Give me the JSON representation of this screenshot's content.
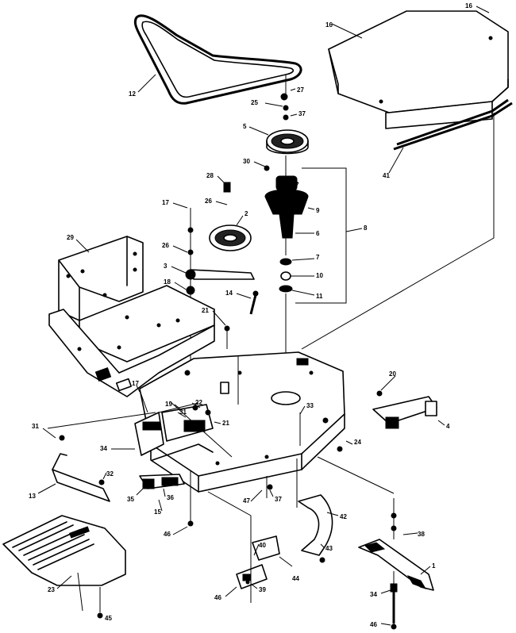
{
  "callouts": [
    {
      "id": "c12",
      "text": "12"
    },
    {
      "id": "c16",
      "text": "16"
    },
    {
      "id": "c16b",
      "text": "16"
    },
    {
      "id": "c41",
      "text": "41"
    },
    {
      "id": "c27",
      "text": "27"
    },
    {
      "id": "c25",
      "text": "25"
    },
    {
      "id": "c37",
      "text": "37"
    },
    {
      "id": "c5",
      "text": "5"
    },
    {
      "id": "c30",
      "text": "30"
    },
    {
      "id": "c7",
      "text": "7"
    },
    {
      "id": "c9",
      "text": "9"
    },
    {
      "id": "c8",
      "text": "8"
    },
    {
      "id": "c6",
      "text": "6"
    },
    {
      "id": "c7b",
      "text": "7"
    },
    {
      "id": "c10",
      "text": "10"
    },
    {
      "id": "c11",
      "text": "11"
    },
    {
      "id": "c28",
      "text": "28"
    },
    {
      "id": "c17",
      "text": "17"
    },
    {
      "id": "c26",
      "text": "26"
    },
    {
      "id": "c2",
      "text": "2"
    },
    {
      "id": "c29",
      "text": "29"
    },
    {
      "id": "c26b",
      "text": "26"
    },
    {
      "id": "c3",
      "text": "3"
    },
    {
      "id": "c18",
      "text": "18"
    },
    {
      "id": "c14",
      "text": "14"
    },
    {
      "id": "c21",
      "text": "21"
    },
    {
      "id": "c20",
      "text": "20"
    },
    {
      "id": "c4",
      "text": "4"
    },
    {
      "id": "c17b",
      "text": "17"
    },
    {
      "id": "c31",
      "text": "31"
    },
    {
      "id": "c19",
      "text": "19"
    },
    {
      "id": "c22",
      "text": "22"
    },
    {
      "id": "c21b",
      "text": "21"
    },
    {
      "id": "c34",
      "text": "34"
    },
    {
      "id": "c33",
      "text": "33"
    },
    {
      "id": "c24",
      "text": "24"
    },
    {
      "id": "c31b",
      "text": "31"
    },
    {
      "id": "c13",
      "text": "13"
    },
    {
      "id": "c32",
      "text": "32"
    },
    {
      "id": "c35",
      "text": "35"
    },
    {
      "id": "c36",
      "text": "36"
    },
    {
      "id": "c15",
      "text": "15"
    },
    {
      "id": "c47",
      "text": "47"
    },
    {
      "id": "c37b",
      "text": "37"
    },
    {
      "id": "c42",
      "text": "42"
    },
    {
      "id": "c38",
      "text": "38"
    },
    {
      "id": "c23",
      "text": "23"
    },
    {
      "id": "c43",
      "text": "43"
    },
    {
      "id": "c44",
      "text": "44"
    },
    {
      "id": "c40",
      "text": "40"
    },
    {
      "id": "c39",
      "text": "39"
    },
    {
      "id": "c1",
      "text": "1"
    },
    {
      "id": "c46",
      "text": "46"
    },
    {
      "id": "c45",
      "text": "45"
    },
    {
      "id": "c34b",
      "text": "34"
    },
    {
      "id": "c46b",
      "text": "46"
    },
    {
      "id": "c46c",
      "text": "46"
    }
  ]
}
